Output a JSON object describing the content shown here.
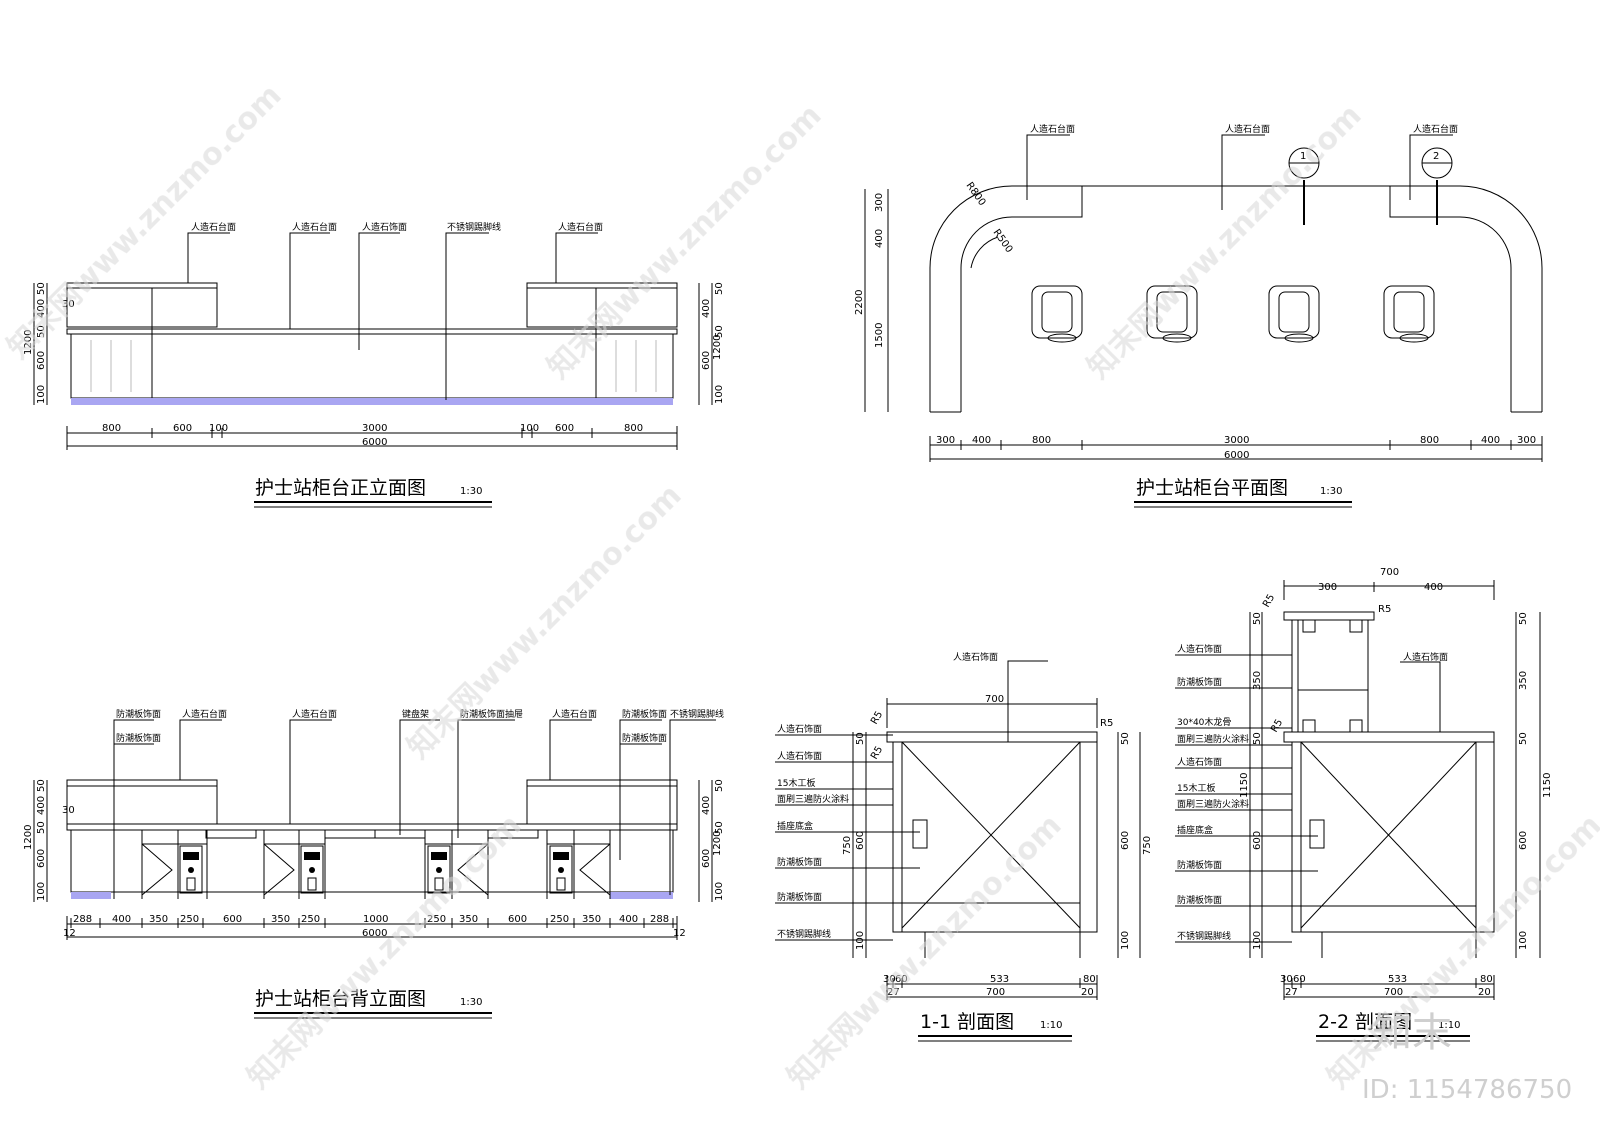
{
  "titles": {
    "front": "护士站柜台正立面图",
    "plan": "护士站柜台平面图",
    "back": "护士站柜台背立面图",
    "sec1": "1-1  剖面图",
    "sec2": "2-2  剖面图"
  },
  "scales": {
    "s30": "1:30",
    "s10": "1:10"
  },
  "labels": {
    "stone_top": "人造石台面",
    "stone_face": "人造石饰面",
    "steel_kick": "不锈钢踢脚线",
    "moisture_face": "防潮板饰面",
    "keyboard": "键盘架",
    "moisture_drawer": "防潮板饰面抽屉",
    "wood15": "15木工板",
    "fireproof": "面刷三遍防火涂料",
    "socket": "插座底盒",
    "steel_kick2": "不锈钢踢脚线",
    "wood_keel": "30*40木龙骨"
  },
  "front_dims": {
    "bottom": [
      "800",
      "600",
      "100",
      "3000",
      "100",
      "600",
      "800"
    ],
    "total": "6000",
    "left": [
      "50",
      "400",
      "50",
      "600",
      "100"
    ],
    "left_total": "1200",
    "note30": "30"
  },
  "plan_dims": {
    "bottom": [
      "300",
      "400",
      "800",
      "3000",
      "800",
      "400",
      "300"
    ],
    "total": "6000",
    "left": [
      "300",
      "400",
      "1500"
    ],
    "left_total": "2200",
    "r800": "R800",
    "r500": "R500",
    "sec_marks": [
      "1",
      "2"
    ]
  },
  "back_dims": {
    "bottom": [
      "288",
      "400",
      "350",
      "250",
      "600",
      "350",
      "250",
      "1000",
      "250",
      "350",
      "600",
      "250",
      "350",
      "400",
      "288"
    ],
    "ends": [
      "12",
      "12"
    ],
    "total": "6000"
  },
  "sec1_dims": {
    "top": "700",
    "r5": "R5",
    "bottom1": [
      "30",
      "60",
      "533",
      "80"
    ],
    "bottom2": [
      "27",
      "700",
      "20"
    ],
    "right": [
      "50",
      "600",
      "100"
    ],
    "right_total": "750"
  },
  "sec2_dims": {
    "top": "700",
    "top_parts": [
      "300",
      "400"
    ],
    "r5": "R5",
    "right": [
      "50",
      "350",
      "50",
      "600",
      "100"
    ],
    "right_total": "1150",
    "bottom1": [
      "30",
      "60",
      "533",
      "80"
    ],
    "bottom2": [
      "27",
      "700",
      "20"
    ]
  },
  "watermark": "知末网www.znzmo.com",
  "brand": "知末",
  "id_text": "ID: 1154786750"
}
